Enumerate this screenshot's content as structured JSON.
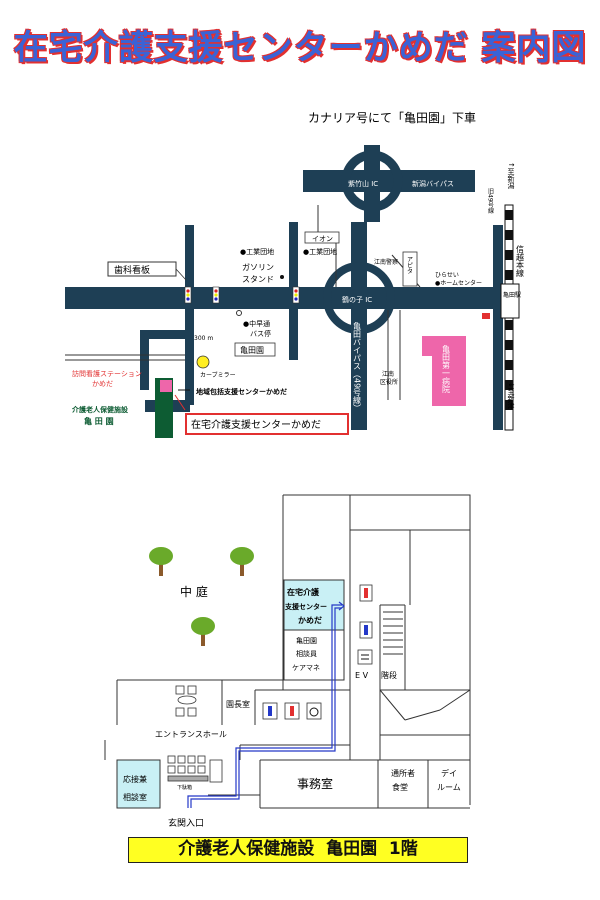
{
  "title": "在宅介護支援センターかめだ 案内図",
  "map": {
    "bus_note": "カナリア号にて「亀田園」下車",
    "ic_shichiku": "紫竹山 IC",
    "niigata_bypass": "新潟バイパス",
    "kamenoko_ic": "鶴の子 IC",
    "kameda_bypass": "亀田バイパス（49号線）",
    "kogyo_danchi_1": "●工業団地",
    "kogyo_danchi_2": "●工業団地",
    "aeon": "イオン",
    "konan_police": "江南警察",
    "apita": "アピタ",
    "hiraseiho_1": "ひらせい",
    "hiraseiho_2": "●ホームセンター",
    "dental_sign": "歯科看板",
    "gas_station_1": "ガソリン",
    "gas_station_2": "スタンド",
    "bus_stop_1": "●中早通",
    "bus_stop_2": "バス停",
    "distance": "300 m",
    "kameda_en": "亀田園",
    "curve_mirror": "カーブミラー",
    "houmon_1": "訪問看護ステーション",
    "houmon_2": "かめだ",
    "chiiki_center": "地域包括支援センターかめだ",
    "rojin_1": "介護老人保健施設",
    "rojin_2": "亀 田 園",
    "callout": "在宅介護支援センターかめだ",
    "hospital": "亀田第一病院",
    "konan_office_1": "江南",
    "konan_office_2": "区役所",
    "kameda_station": "亀田駅",
    "shinetsu_line": "信越本線",
    "to_niigata": "↑至新潟",
    "to_niitsu": "↓至新津",
    "old_route": "旧49号線"
  },
  "floor": {
    "courtyard": "中 庭",
    "zaitaku_1": "在宅介護",
    "zaitaku_2": "支援センター",
    "zaitaku_3": "かめだ",
    "soudan_1": "亀田園",
    "soudan_2": "相談員",
    "soudan_3": "ケアマネ",
    "director": "園長室",
    "ev": "E V",
    "stairs": "階段",
    "entrance_hall": "エントランスホール",
    "reception_1": "応接兼",
    "reception_2": "相談室",
    "shoe_box": "下駄箱",
    "office": "事務室",
    "cafeteria_1": "通所者",
    "cafeteria_2": "食堂",
    "dayroom_1": "デイ",
    "dayroom_2": "ルーム",
    "entrance": "玄関入口"
  },
  "footer": "介護老人保健施設  亀田園  1階",
  "colors": {
    "road": "#1e3f55",
    "title_blue": "#3a63d6",
    "title_red": "#e23030",
    "highlight_room": "#c9f0f5",
    "route": "#2438c8",
    "hospital_pink": "#ee66aa",
    "facility_green": "#0d5c33",
    "footer_yellow": "#ffff22"
  }
}
